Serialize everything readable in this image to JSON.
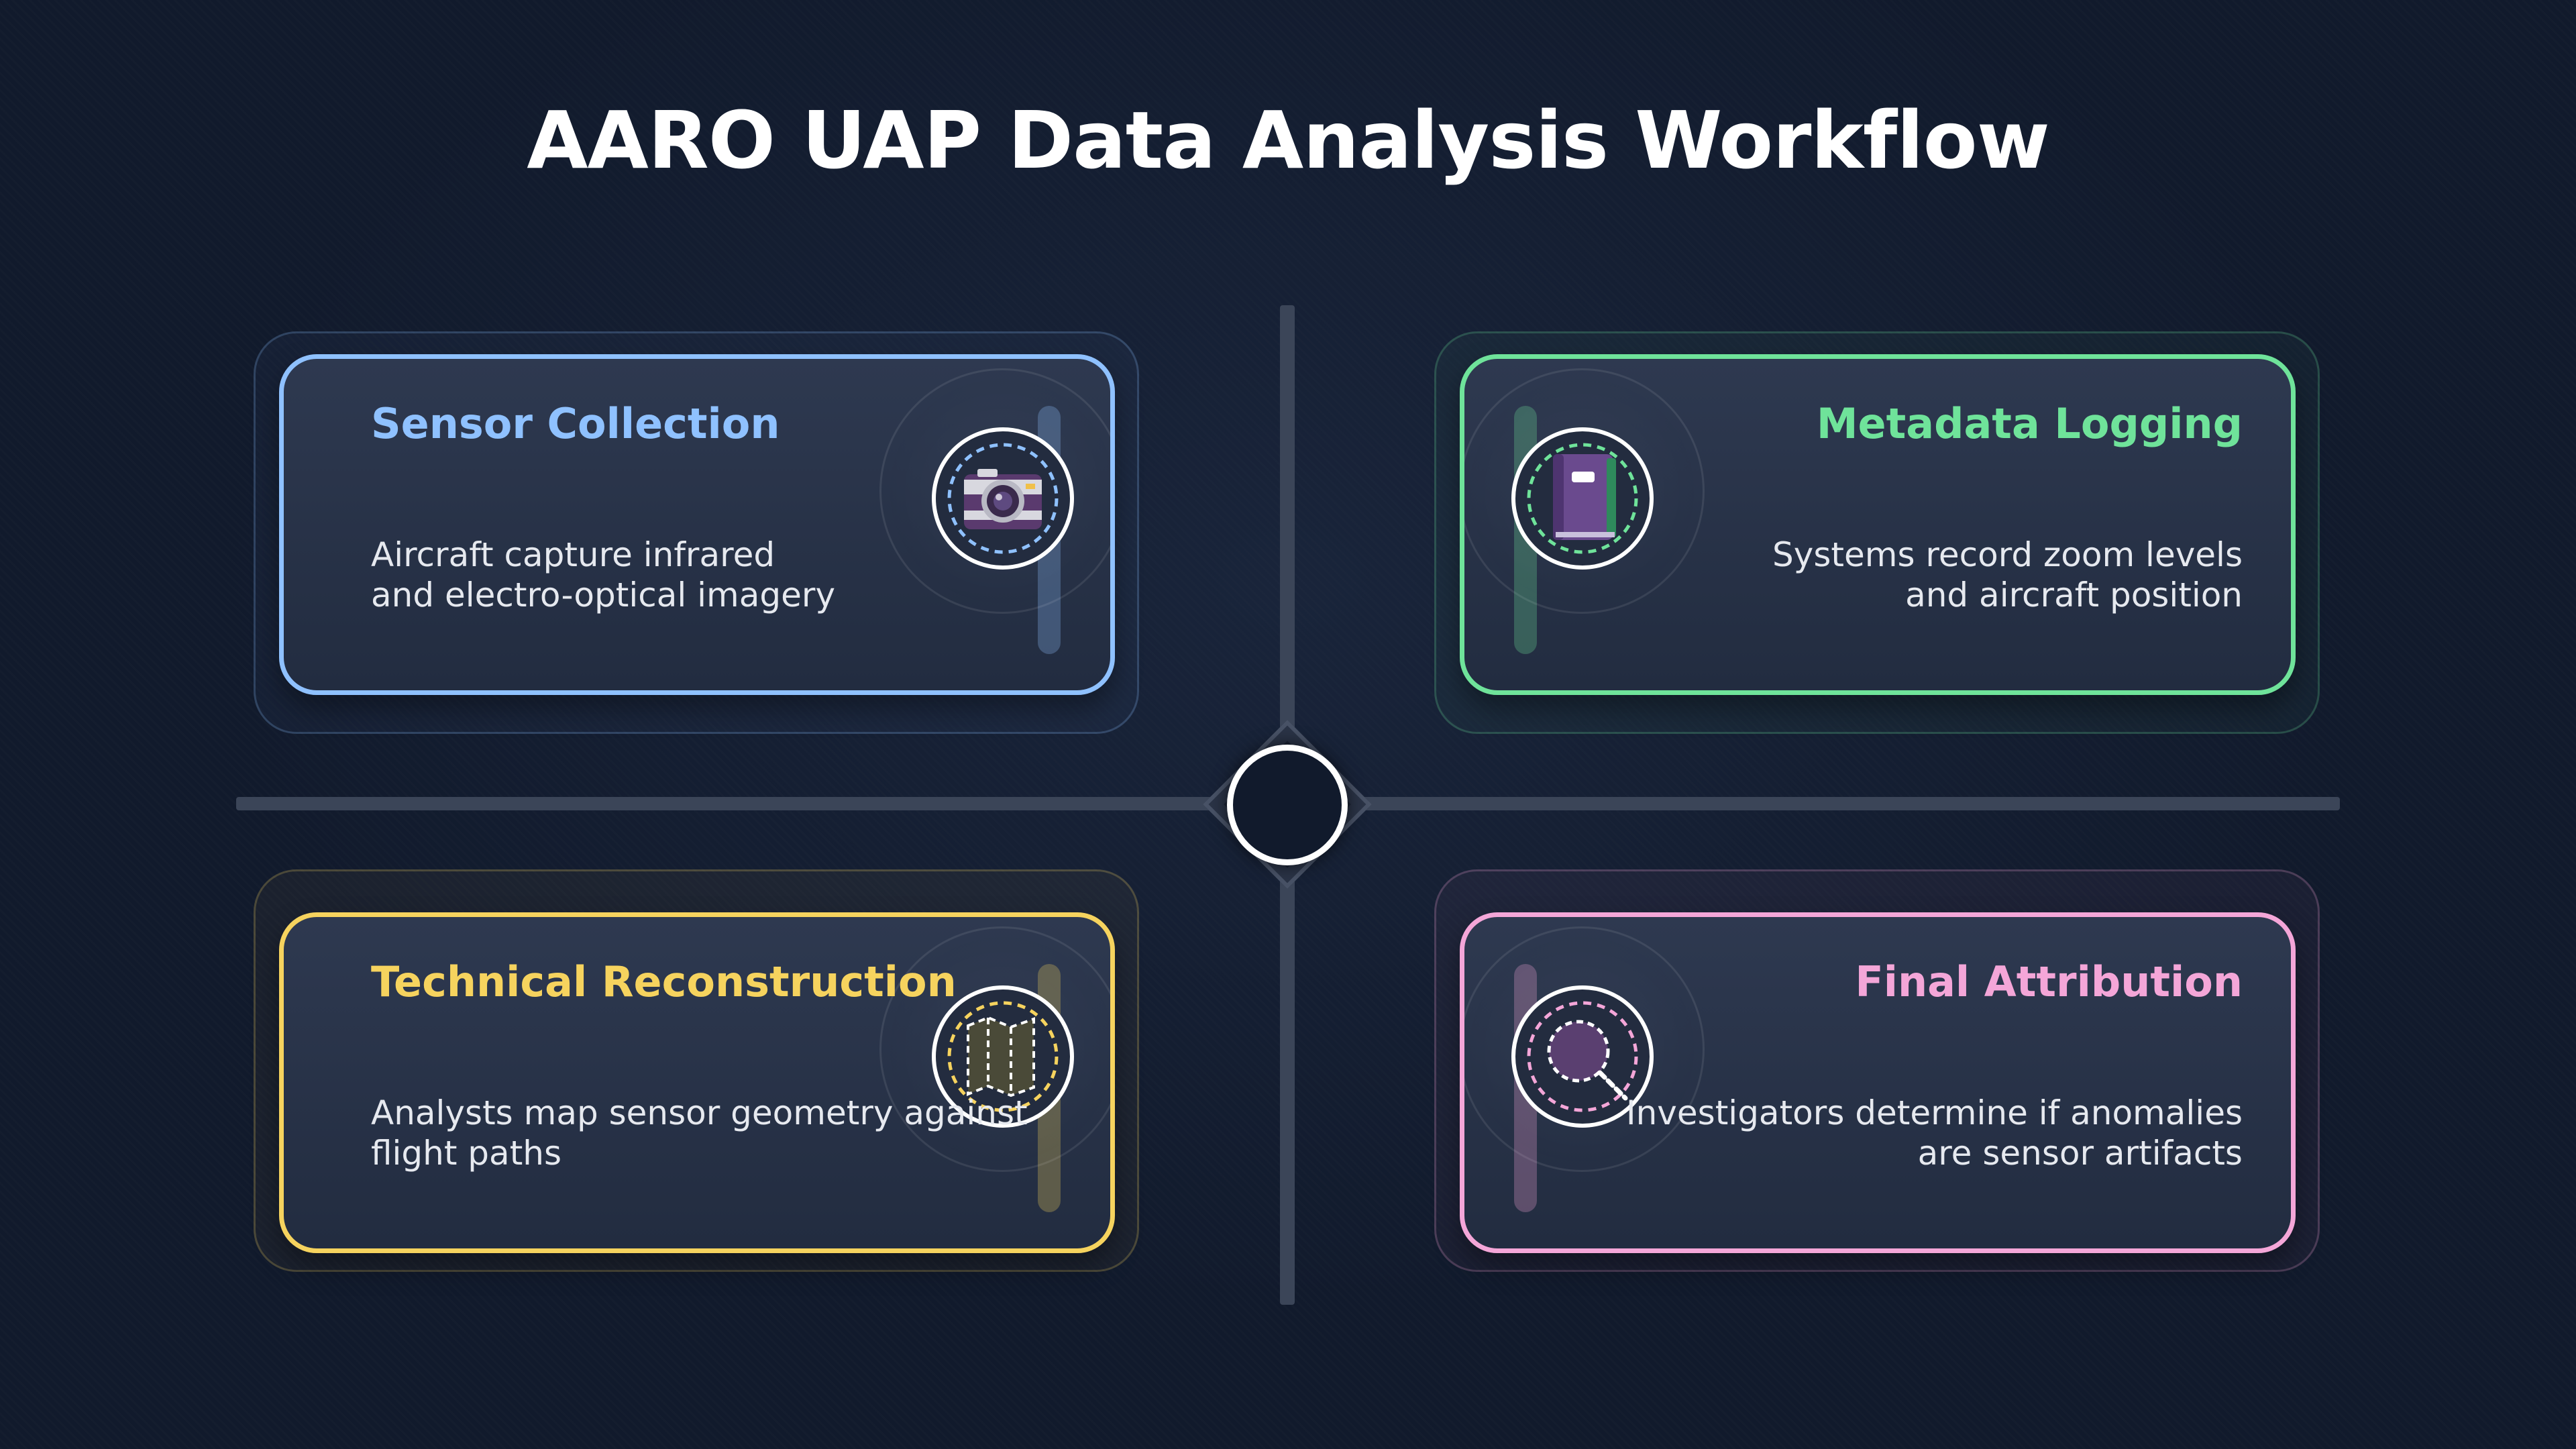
{
  "title": "AARO UAP Data Analysis Workflow",
  "steps": [
    {
      "title": "Sensor Collection",
      "description": "Aircraft capture infrared\nand electro-optical imagery",
      "icon": "camera-icon",
      "accent": "#8fc1ff"
    },
    {
      "title": "Metadata Logging",
      "description": "Systems record zoom levels\nand aircraft position",
      "icon": "notebook-icon",
      "accent": "#6fe39a"
    },
    {
      "title": "Technical Reconstruction",
      "description": "Analysts map sensor geometry against\nflight paths",
      "icon": "map-icon",
      "accent": "#f6d35e"
    },
    {
      "title": "Final Attribution",
      "description": "Investigators determine if anomalies\nare sensor artifacts",
      "icon": "magnifier-icon",
      "accent": "#f4a6d8"
    }
  ]
}
